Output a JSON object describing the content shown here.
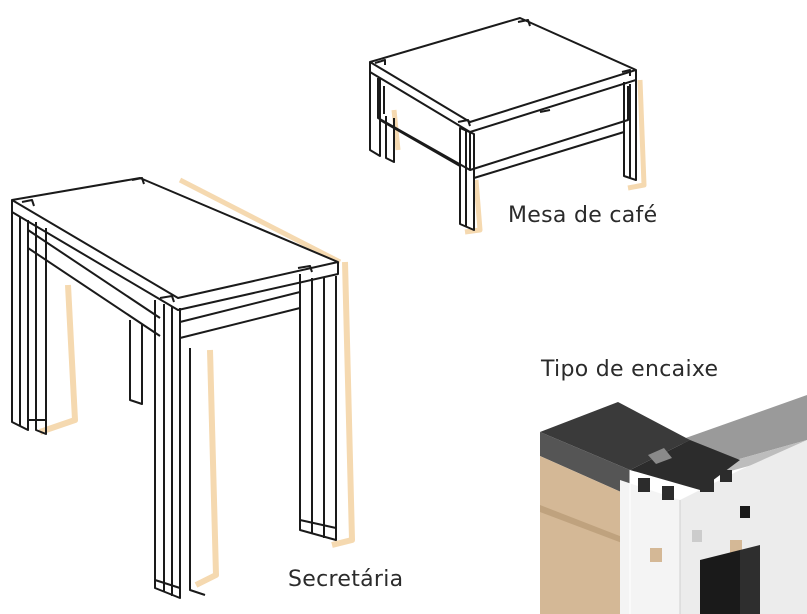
{
  "labels": {
    "coffee_table": "Mesa de café",
    "joint_type": "Tipo de encaixe",
    "desk": "Secretária"
  },
  "colors": {
    "accent_shadow": "#f5d9b0",
    "line": "#1a1a1a",
    "wood": "#d4b896",
    "dark_panel": "#3a3a3a",
    "grey_panel": "#9a9a9a",
    "white_panel": "#f4f4f4"
  },
  "icons": [
    "coffee-table-drawing",
    "desk-drawing",
    "joint-detail-render"
  ]
}
